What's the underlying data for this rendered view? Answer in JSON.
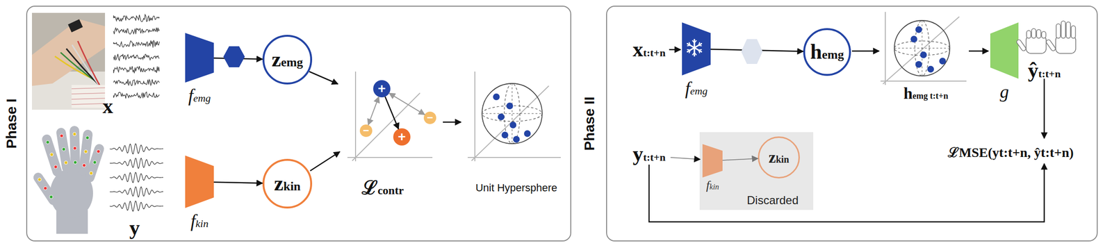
{
  "diagram": {
    "nodes": [
      {
        "text": [
          "Phase I"
        ]
      },
      {
        "text": [
          "femg"
        ],
        "in": 0
      },
      {
        "text": [
          "zemg"
        ],
        "in": 0
      },
      {
        "text": [
          "+"
        ],
        "in": 0
      },
      {
        "text": [
          "−"
        ],
        "in": 0
      },
      {
        "text": [
          "−"
        ],
        "in": 0
      },
      {
        "text": [
          "+"
        ],
        "in": 0
      },
      {
        "text": [
          "fkin"
        ],
        "in": 0
      },
      {
        "text": [
          "zkin"
        ],
        "in": 0
      },
      {
        "text": [
          "Phase II"
        ]
      },
      {
        "text": [
          "femg"
        ],
        "in": 9
      },
      {
        "text": [
          "hemg"
        ],
        "in": 9
      },
      {
        "text": [
          "g"
        ],
        "in": 9
      },
      {
        "text": [
          "Discarded"
        ],
        "in": 9
      },
      {
        "text": [
          "fkin"
        ],
        "in": 13
      },
      {
        "text": [
          "zkin"
        ],
        "in": 13
      }
    ],
    "edges": [
      {
        "from": 1,
        "to": 2,
        "arrow": "to"
      },
      {
        "from": 3,
        "to": 6,
        "arrow": "to"
      },
      {
        "from": 3,
        "to": 4,
        "arrow": "both"
      },
      {
        "from": 3,
        "to": 5,
        "arrow": "both"
      },
      {
        "from": 7,
        "to": 8,
        "arrow": "to"
      },
      {
        "from": 10,
        "to": 11,
        "arrow": "to"
      },
      {
        "from": 14,
        "to": 15,
        "arrow": "to"
      }
    ],
    "labels": [
      "x",
      "y",
      "ℒcontr",
      "Unit Hypersphere",
      "xt:t+n",
      "hemg t:t+n",
      "ŷt:t+n",
      "yt:t+n",
      "ℒMSE(yt:t+n, ŷt:t+n)"
    ]
  }
}
